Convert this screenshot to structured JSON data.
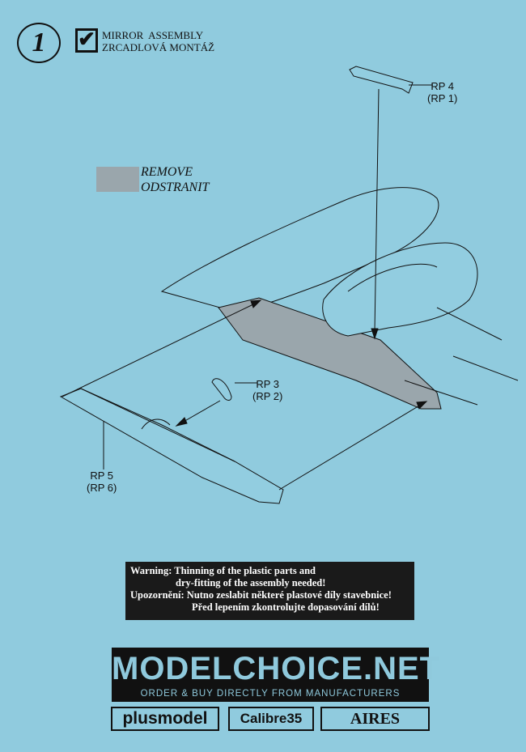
{
  "step": {
    "number": "1",
    "check": "✔",
    "title_en": "MIRROR  ASSEMBLY",
    "title_cz": "ZRCADLOVÁ MONTÁŽ"
  },
  "legend": {
    "remove_en": "REMOVE",
    "remove_cz": "ODSTRANIT",
    "remove_color": "#9aa6ac"
  },
  "parts": [
    {
      "label": "RP 4",
      "alt": "(RP 1)"
    },
    {
      "label": "RP 3",
      "alt": "(RP 2)"
    },
    {
      "label": "RP 5",
      "alt": "(RP 6)"
    }
  ],
  "warning": {
    "line1": "Warning: Thinning of the plastic parts and",
    "line2": "dry-fitting of the assembly needed!",
    "line3": "Upozornění: Nutno zeslabit některé plastové díly stavebnice!",
    "line4": "Před lepením zkontrolujte dopasování dílů!"
  },
  "footer": {
    "brand": "MODELCHOICE.NET",
    "tagline": "ORDER & BUY DIRECTLY FROM MANUFACTURERS",
    "logos": [
      "plusmodel",
      "Calibre35",
      "AIRES"
    ]
  }
}
